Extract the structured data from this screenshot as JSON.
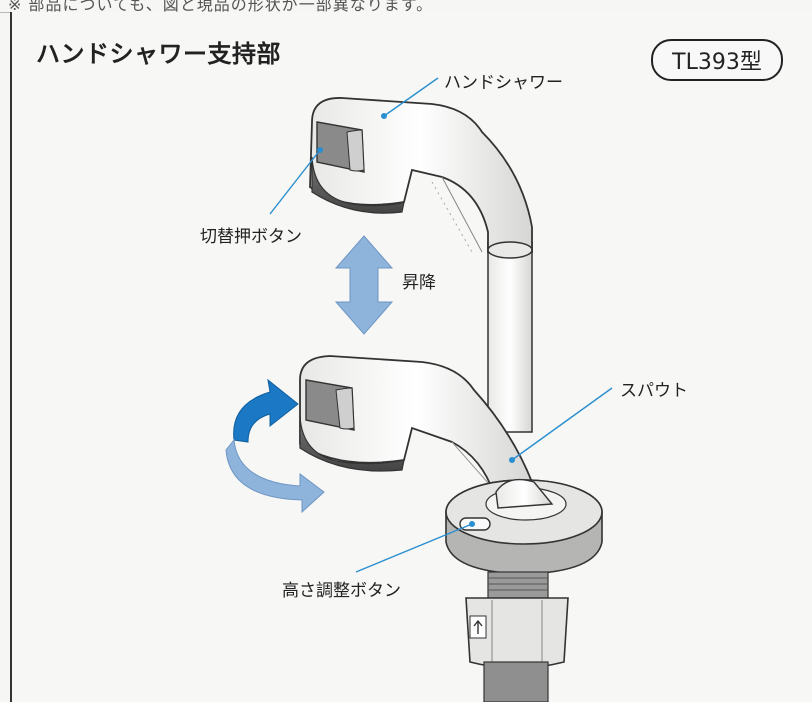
{
  "top_strip_text": "※ 部品についても、図と現品の形状が一部異なります。",
  "title": "ハンドシャワー支持部",
  "model_badge": "TL393型",
  "labels": {
    "hand_shower": "ハンドシャワー",
    "switch_button": "切替押ボタン",
    "raise_lower": "昇降",
    "spout": "スパウト",
    "height_button": "高さ調整ボタン"
  },
  "colors": {
    "arrow_blue": "#8fb4dc",
    "arrow_dark_blue": "#1a78c4",
    "callout_line": "#2a8fd0",
    "outline": "#333333"
  }
}
